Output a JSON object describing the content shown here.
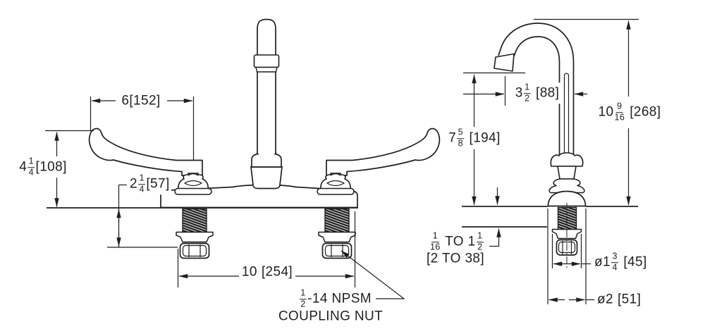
{
  "drawing_title": "deck-mount faucet dimensional drawing, front and side views",
  "colors": {
    "line_color": "#1f1f1f",
    "background_color": "#ffffff"
  },
  "front_view": {
    "dim_handle_length": {
      "whole": "6",
      "metric": "[152]"
    },
    "dim_handle_height": {
      "whole": "4",
      "num": "1",
      "den": "4",
      "metric": "[108]"
    },
    "dim_shank_length": {
      "whole": "2",
      "num": "1",
      "den": "4",
      "metric": "[57]"
    },
    "dim_center_width": {
      "whole": "10",
      "metric": "[254]"
    },
    "coupling_nut_note": {
      "num": "1",
      "den": "2",
      "text": "-14 NPSM",
      "line2": "COUPLING NUT"
    }
  },
  "side_view": {
    "dim_spout_reach": {
      "whole": "3",
      "num": "1",
      "den": "2",
      "metric": "[88]"
    },
    "dim_outlet_height": {
      "whole": "7",
      "num": "5",
      "den": "8",
      "metric": "[194]"
    },
    "dim_overall_height": {
      "whole": "10",
      "num": "9",
      "den": "16",
      "metric": "[268]"
    },
    "dim_deck_thickness": {
      "f1_num": "1",
      "f1_den": "16",
      "mid": " TO ",
      "whole": "1",
      "f2_num": "1",
      "f2_den": "2",
      "line2": "[2 TO 38]"
    },
    "dim_flange_diameter": {
      "prefix": "ø1",
      "num": "3",
      "den": "4",
      "metric": "[45]"
    },
    "dim_base_diameter": {
      "text": "ø2",
      "metric": "[51]"
    }
  }
}
